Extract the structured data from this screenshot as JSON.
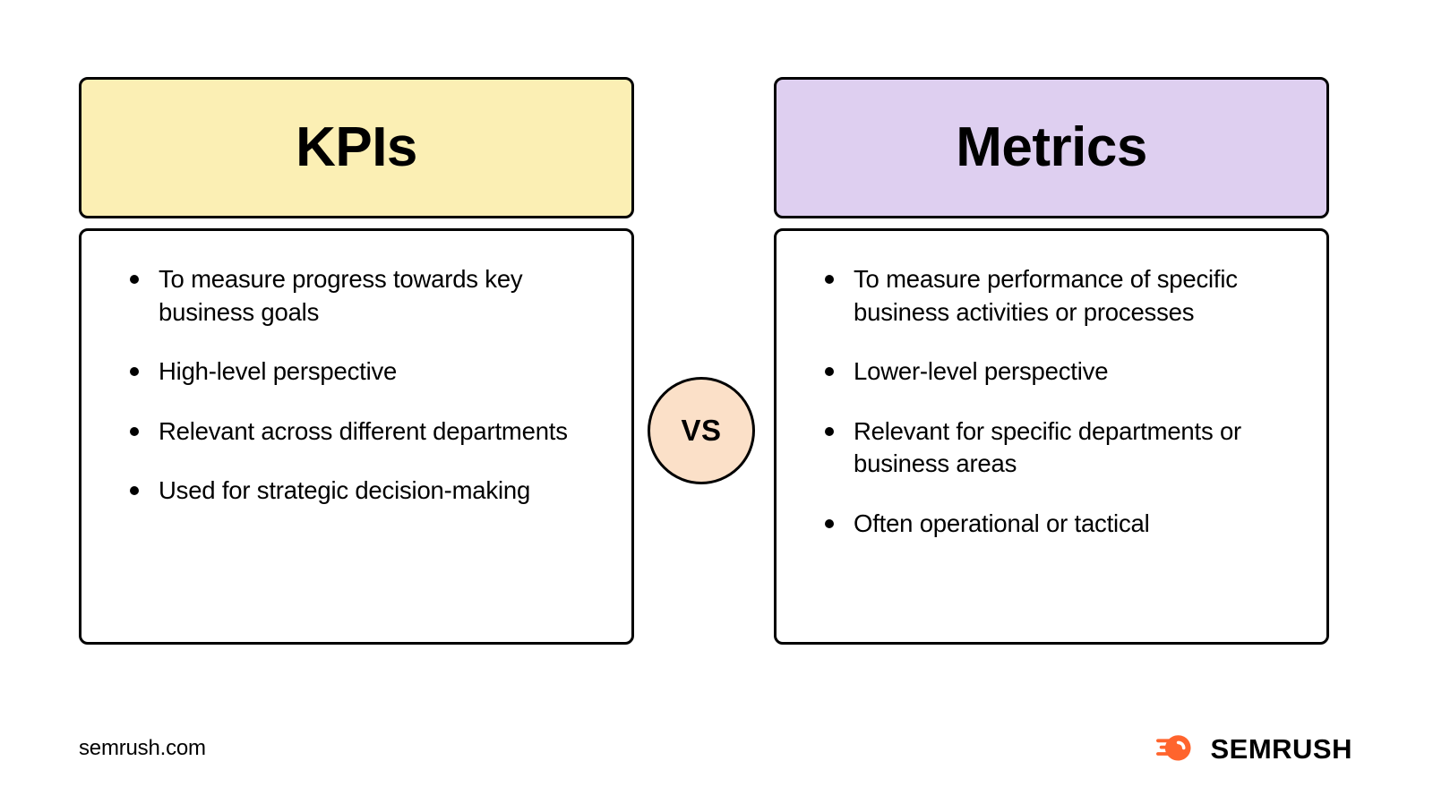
{
  "columns": [
    {
      "id": "kpis",
      "title": "KPIs",
      "header_color": "#FBEFB4",
      "bullets": [
        "To measure progress towards key business goals",
        "High-level perspective",
        "Relevant across different departments",
        "Used for strategic decision-making"
      ]
    },
    {
      "id": "metrics",
      "title": "Metrics",
      "header_color": "#DECFF0",
      "bullets": [
        "To measure performance of specific business activities or processes",
        "Lower-level perspective",
        "Relevant for specific departments or business areas",
        "Often operational or tactical"
      ]
    }
  ],
  "vs_badge": {
    "label": "VS",
    "fill_color": "#FBE0C8"
  },
  "footer": {
    "url": "semrush.com",
    "brand": "SEMRUSH",
    "brand_mark_color": "#FF642D"
  }
}
